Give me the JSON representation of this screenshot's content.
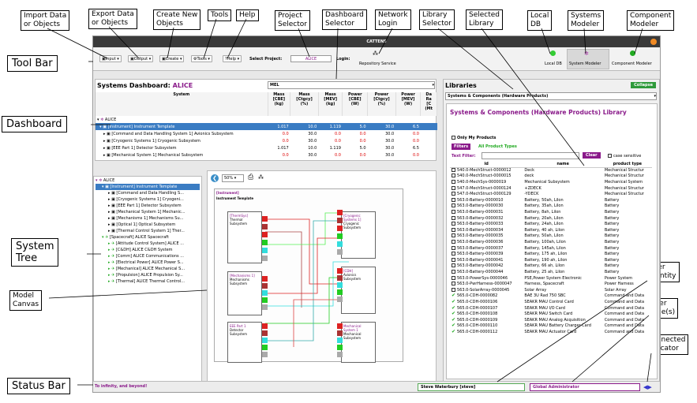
{
  "callouts": {
    "import": "Import Data\nor Objects",
    "export": "Export Data\nor Objects",
    "create": "Create New\nObjects",
    "tools": "Tools",
    "help": "Help",
    "project_selector": "Project\nSelector",
    "dashboard_selector": "Dashboard\nSelector",
    "network_login": "Network\nLogin",
    "library_selector": "Library\nSelector",
    "selected_library": "Selected\nLibrary",
    "local_db": "Local\nDB",
    "systems_modeler": "Systems\nModeler",
    "component_modeler": "Component\nModeler",
    "tool_bar": "Tool Bar",
    "dashboard": "Dashboard",
    "system_tree": "System\nTree",
    "model_canvas": "Model\nCanvas",
    "user_identity": "User\nIdentity",
    "user_roles": "User\nRole(s)",
    "connected_indicator": "Connected\nIndicator",
    "status_bar": "Status Bar"
  },
  "app": {
    "title": "CATTENS",
    "toolbar": {
      "input": "Input",
      "output": "Output",
      "create": "Create",
      "tools": "Tools",
      "help": "Help",
      "select_project_label": "Select Project:",
      "project": "ALICE",
      "login_label": "Login:",
      "repository": "Repository Service",
      "local_db": "Local DB",
      "systems_modeler": "System Modeler",
      "component_modeler": "Component Modeler"
    },
    "dashboard": {
      "title": "Systems Dashboard:",
      "project": "ALICE",
      "selector": "MEL",
      "columns": [
        "System",
        "Mass\n[CBE]\n(kg)",
        "Mass\n[Ctgcy]\n(%)",
        "Mass\n[MEV]\n(kg)",
        "Power\n[CBE]\n(W)",
        "Power\n[Ctgcy]\n(%)",
        "Power\n[MEV]\n(W)",
        "Da\nRa\n[C\n(Mt"
      ],
      "rows": [
        {
          "name": "ALICE",
          "v": [
            "",
            "",
            "",
            "",
            "",
            "",
            ""
          ]
        },
        {
          "name": "[Instrument] Instrument Template",
          "v": [
            "1.017",
            "10.0",
            "1.119",
            "5.0",
            "30.0",
            "6.5"
          ]
        },
        {
          "name": "[Command and Data Handling System 1] Avionics Subsystem",
          "v": [
            "0.0",
            "30.0",
            "0.0",
            "0.0",
            "30.0",
            "0.0"
          ]
        },
        {
          "name": "[Cryogenic Systems 1] Cryogenic Subsystem",
          "v": [
            "0.0",
            "30.0",
            "0.0",
            "0.0",
            "30.0",
            "0.0"
          ]
        },
        {
          "name": "[EEE Part 1] Detector Subsystem",
          "v": [
            "1.017",
            "10.0",
            "1.119",
            "5.0",
            "30.0",
            "6.5"
          ]
        },
        {
          "name": "[Mechanical System 1] Mechanical Subsystem",
          "v": [
            "0.0",
            "30.0",
            "0.0",
            "0.0",
            "30.0",
            "0.0"
          ]
        }
      ]
    },
    "tree": [
      "ALICE",
      "[Instrument] Instrument Template",
      "[Command and Data Handling S...",
      "[Cryogenic Systems 1] Cryogeni...",
      "[EEE Part 1] Detector Subsystem",
      "[Mechanical System 1] Mechanic...",
      "[Mechanisms 1] Mechanisms Su...",
      "[Optical 1] Optical Subsystem",
      "[Thermal Control System 1] Ther...",
      "[Spacecraft] ALICE Spacecraft",
      "[Attitude Control System] ALICE ...",
      "[C&DH] ALICE C&DH System",
      "[Comm] ALICE Communications ...",
      "[Electrical Power] ALICE Power S...",
      "[Mechanical] ALICE Mechanical S...",
      "[Propulsion] ALICE Propulsion Sy...",
      "[Thermal] ALICE Thermal Control..."
    ],
    "canvas": {
      "zoom": "50%",
      "frame_tag": "[Instrument]",
      "frame_title": "Instrument Template",
      "blocks": [
        {
          "tag": "[ThermSys]",
          "name": "Thermal\nSubsystem"
        },
        {
          "tag": "[Cryogenic\nSystems 1]",
          "name": "Cryogenic\nSubsystem"
        },
        {
          "tag": "[CDH]",
          "name": "Avionics\nSubsystem"
        },
        {
          "tag": "[Mechanisms 1]",
          "name": "Mechanisms\nSubsystem"
        },
        {
          "tag": "EEE Part 1",
          "name": "Detector\nSubsystem"
        },
        {
          "tag": "Mechanical\nSystem 1",
          "name": "Mechanical\nSubsystem"
        }
      ]
    },
    "libraries": {
      "title": "Libraries",
      "collapse": "Collapse",
      "selector": "Systems & Components (Hardware Products)",
      "heading": "Systems & Components (Hardware Products) Library",
      "only_my": "Only My Products",
      "filters": "Filters",
      "all_types": "All Product Types",
      "text_filter": "Text Filter:",
      "clear": "Clear",
      "case": "case sensitive",
      "columns": [
        "id",
        "name",
        "product type"
      ],
      "rows": [
        [
          "540.0-MechStruct-0000012",
          "Deck",
          "Mechanical Structur"
        ],
        [
          "540.0-MechStruct-0000015",
          "deck",
          "Mechanical Structur"
        ],
        [
          "540.0-MechSys-0000019",
          "Mechanical Subsystem",
          "Mechanical System"
        ],
        [
          "547.0-MechStruct-0000124",
          "+ZDECK",
          "Mechanical Structur"
        ],
        [
          "547.0-MechStruct-0000129",
          "-YDECK",
          "Mechanical Structur"
        ],
        [
          "563.0-Battery-0000010",
          "Battery, 50ah, Lilon",
          "Battery"
        ],
        [
          "563.0-Battery-0000030",
          "Battery, 35ah, Lilon",
          "Battery"
        ],
        [
          "563.0-Battery-0000031",
          "Battery, 8ah, Lilon",
          "Battery"
        ],
        [
          "563.0-Battery-0000032",
          "Battery, 20ah, Lilon",
          "Battery"
        ],
        [
          "563.0-Battery-0000033",
          "Battery, 24ah, Lilon",
          "Battery"
        ],
        [
          "563.0-Battery-0000034",
          "Battery, 40 ah, Lilon",
          "Battery"
        ],
        [
          "563.0-Battery-0000035",
          "Battery, 50ah, Lilon",
          "Battery"
        ],
        [
          "563.0-Battery-0000036",
          "Battery, 100ah, Lilon",
          "Battery"
        ],
        [
          "563.0-Battery-0000037",
          "Battery, 145ah, Lilon",
          "Battery"
        ],
        [
          "563.0-Battery-0000039",
          "Battery, 175 ah, Lilon",
          "Battery"
        ],
        [
          "563.0-Battery-0000041",
          "Battery, 190 ah, Lilon",
          "Battery"
        ],
        [
          "563.0-Battery-0000042",
          "Battery, 66 ah, Lilon",
          "Battery"
        ],
        [
          "563.0-Battery-0000044",
          "Battery, 25 ah, Lilon",
          "Battery"
        ],
        [
          "563.0-PowerSys-0000046",
          "PSE,Power System Electronic",
          "Power System"
        ],
        [
          "563.0-PwrHarness-0000047",
          "Harness, Spacecraft",
          "Power Harness"
        ],
        [
          "563.0-SolarArray-0000045",
          "Solar Array",
          "Solar Array"
        ],
        [
          "565.0-CDH-0000082",
          "BAE 3U Rad 750 SBC",
          "Command and Data"
        ],
        [
          "565.0-CDH-0000106",
          "SEAKR MAU Control Card",
          "Command and Data"
        ],
        [
          "565.0-CDH-0000107",
          "SEAKR MAU I/O Card",
          "Command and Data"
        ],
        [
          "565.0-CDH-0000108",
          "SEAKR MAU Switch Card",
          "Command and Data"
        ],
        [
          "565.0-CDH-0000109",
          "SEAKR MAU Analog Acquisition",
          "Command and Data"
        ],
        [
          "565.0-CDH-0000110",
          "SEAKR MAU Battery Charger Card",
          "Command and Data"
        ],
        [
          "565.0-CDH-0000112",
          "SEAKR MAU Actuator Card",
          "Command and Data"
        ]
      ]
    },
    "status": {
      "message": "To infinity, and beyond!",
      "user": "Steve Waterbury [steve]",
      "role": "Global Administrator"
    }
  }
}
